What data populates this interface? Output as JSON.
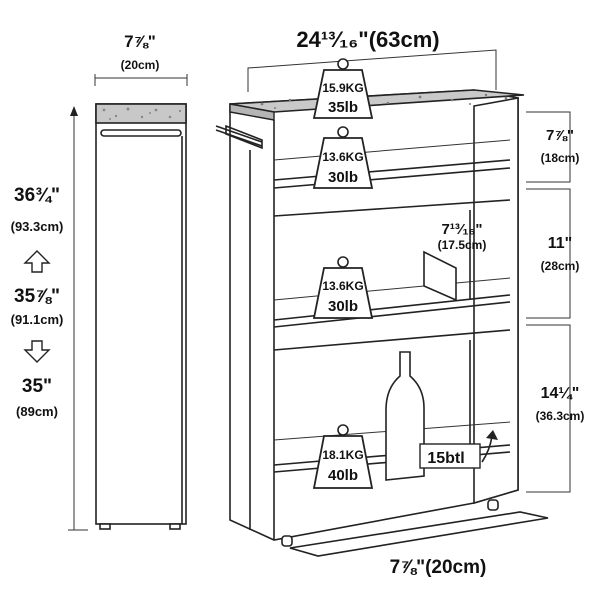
{
  "side_view": {
    "width_label": "7⅞\"",
    "width_metric": "(20cm)",
    "height_max_label": "36¾\"",
    "height_max_metric": "(93.3cm)",
    "height_mid_label": "35⅞\"",
    "height_mid_metric": "(91.1cm)",
    "height_min_label": "35\"",
    "height_min_metric": "(89cm)"
  },
  "front_view": {
    "total_length_label": "24¹³⁄₁₆\"(63cm)",
    "bottom_width_label": "7⅞\"(20cm)",
    "divider_label": "7¹³⁄₁₆\"",
    "divider_metric": "(17.5cm)",
    "bottle_capacity": "15btl"
  },
  "tier_heights": [
    {
      "label": "7⅞\"",
      "metric": "(18cm)"
    },
    {
      "label": "11\"",
      "metric": "(28cm)"
    },
    {
      "label": "14¼\"",
      "metric": "(36.3cm)"
    }
  ],
  "weights": [
    {
      "kg": "15.9KG",
      "lb": "35lb"
    },
    {
      "kg": "13.6KG",
      "lb": "30lb"
    },
    {
      "kg": "13.6KG",
      "lb": "30lb"
    },
    {
      "kg": "18.1KG",
      "lb": "40lb"
    }
  ]
}
